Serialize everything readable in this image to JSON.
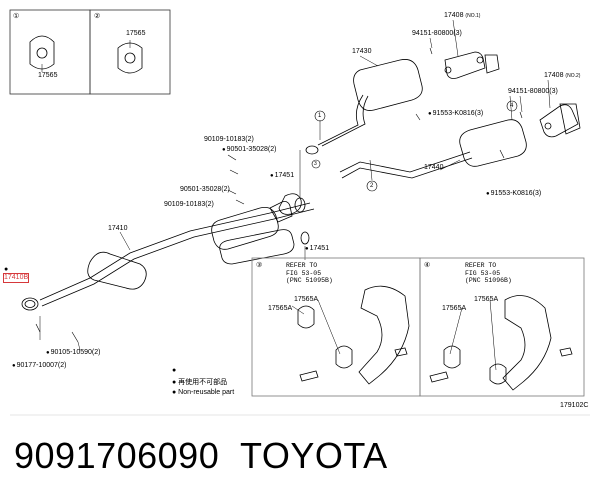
{
  "labels": {
    "inset1_num": "①",
    "inset2_num": "②",
    "inset1_part": "17565",
    "inset2_part": "17565",
    "p17408_top": "17408",
    "p17408_top_note": "(NO.1)",
    "p94151_top": "94151-80800(3)",
    "p17430": "17430",
    "p17408_right": "17408",
    "p17408_right_note": "(NO.2)",
    "p94151_right": "94151-80800(3)",
    "p91553_a": "91553-K0816(3)",
    "p90109_a": "90109-10183(2)",
    "p90501_a": "90501-35028(2)",
    "p17451_a": "17451",
    "p17440": "17440",
    "p90501_b": "90501-35028(2)",
    "p90109_b": "90109-10183(2)",
    "p91553_b": "91553-K0816(3)",
    "p17410": "17410",
    "p17451_b": "17451",
    "p17410b": "17410B",
    "p90105": "90105-10590(2)",
    "p90177": "90177-10007(2)",
    "inset3_num": "③",
    "inset4_num": "④",
    "inset3_ref": "REFER TO\nFIG 53-05\n(PNC 51095B)",
    "inset4_ref": "REFER TO\nFIG 53-05\n(PNC 51096B)",
    "inset3_a": "17565A",
    "inset3_b": "17565A",
    "inset4_a": "17565A",
    "inset4_b": "17565A",
    "circle1": "1",
    "circle2": "2",
    "circle3": "3",
    "circle4": "4",
    "figure_code": "179102C"
  },
  "legend": {
    "dot_symbol": "●",
    "line_cn": "● 再使用不可部品",
    "line_en": "● Non-reusable part"
  },
  "caption": {
    "part_number": "9091706090",
    "brand": "TOYOTA"
  },
  "colors": {
    "highlight": "#d6383b",
    "line": "#000000",
    "frame": "#9a9a9a"
  }
}
